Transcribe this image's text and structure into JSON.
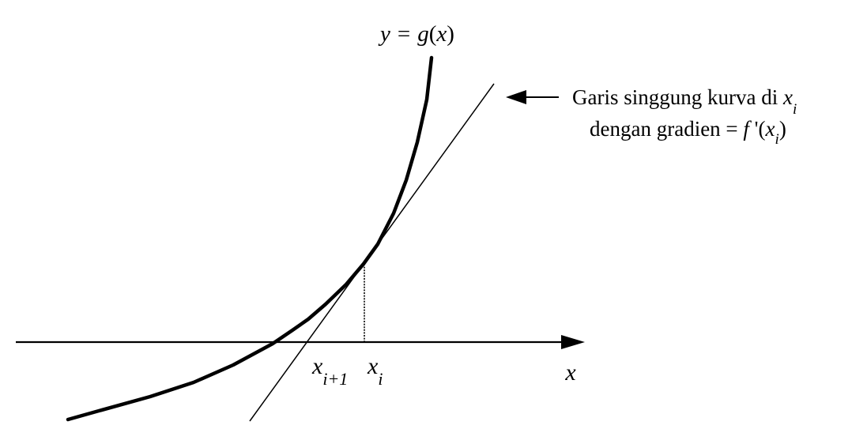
{
  "curve_label": {
    "y": "y",
    "eq": "=",
    "g": "g",
    "open": "(",
    "x": "x",
    "close": ")"
  },
  "axis_label": "x",
  "point_labels": {
    "xi_base": "x",
    "xi_sub": "i",
    "xi1_base": "x",
    "xi1_sub": "i+1"
  },
  "annotation": {
    "line1_text": "Garis singgung kurva di ",
    "line1_var": "x",
    "line1_sub": "i",
    "line2_text": "dengan gradien = ",
    "line2_f": "f",
    "line2_prime": " '",
    "line2_open": "(",
    "line2_var": "x",
    "line2_sub": "i",
    "line2_close": ")"
  },
  "colors": {
    "ink": "#000000",
    "background": "#ffffff"
  }
}
